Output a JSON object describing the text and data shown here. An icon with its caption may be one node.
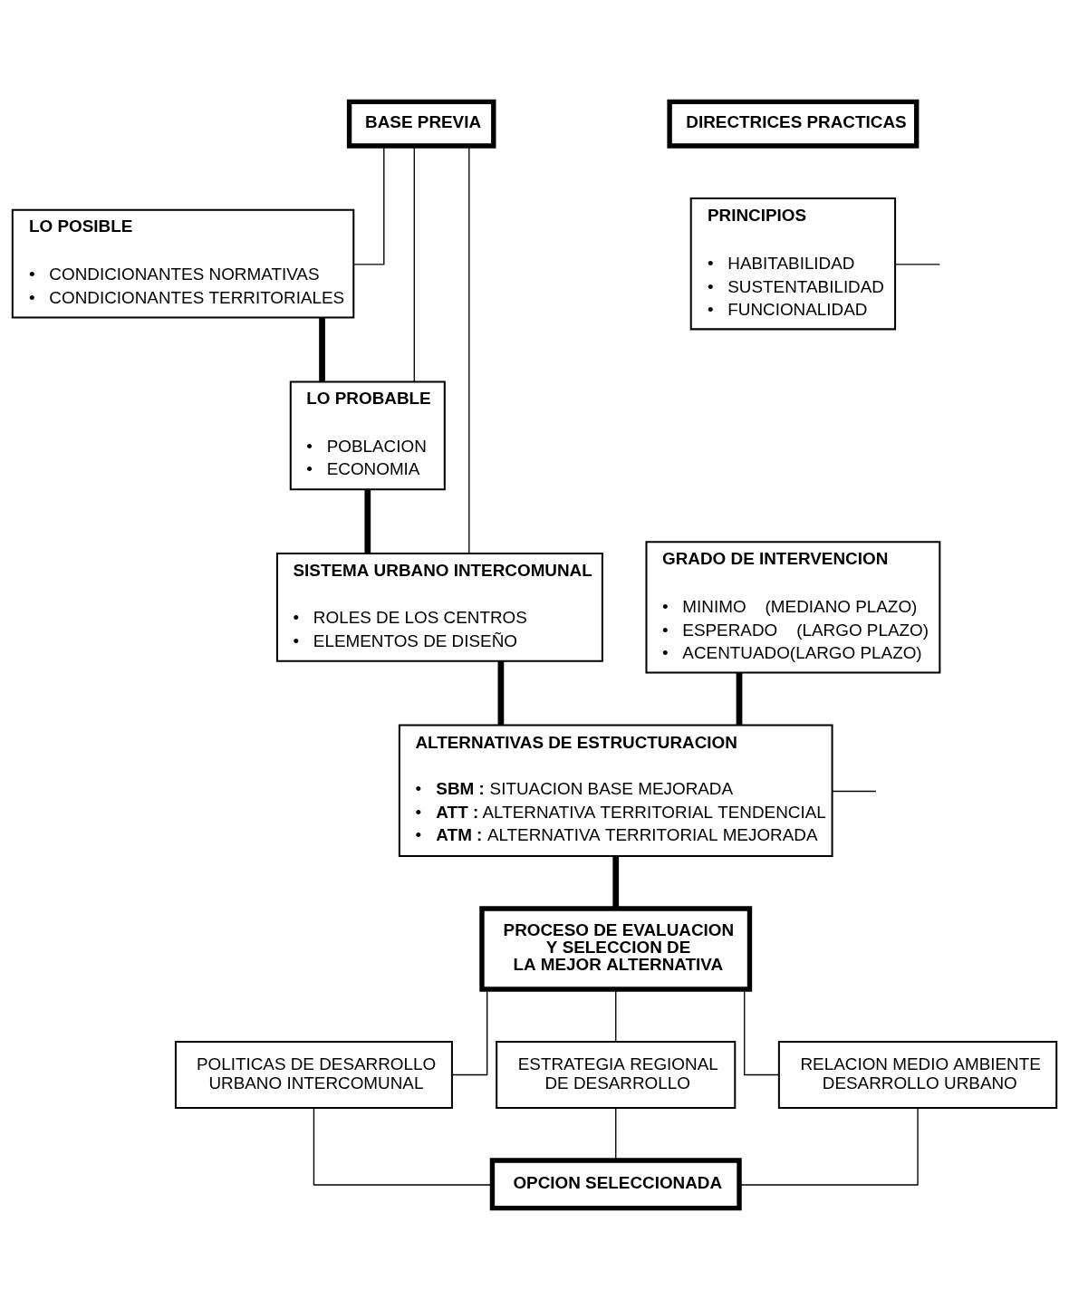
{
  "diagram": {
    "nodes": [
      {
        "text": [
          "BASE PREVIA"
        ]
      },
      {
        "text": [
          "DIRECTRICES PRACTICAS"
        ]
      },
      {
        "text": [
          "LO POSIBLE",
          "•   CONDICIONANTES NORMATIVAS",
          "•   CONDICIONANTES TERRITORIALES"
        ]
      },
      {
        "text": [
          "PRINCIPIOS",
          "•   HABITABILIDAD",
          "•   SUSTENTABILIDAD",
          "•   FUNCIONALIDAD"
        ]
      },
      {
        "text": [
          "LO PROBABLE",
          "•   POBLACION",
          "•   ECONOMIA"
        ]
      },
      {
        "text": [
          "GRADO DE INTERVENCION",
          "•   MINIMO    (MEDIANO PLAZO)",
          "•   ESPERADO    (LARGO PLAZO)",
          "•   ACENTUADO(LARGO PLAZO)"
        ]
      },
      {
        "text": [
          "SISTEMA URBANO INTERCOMUNAL",
          "•   ROLES DE LOS CENTROS",
          "•   ELEMENTOS DE DISEÑO"
        ]
      },
      {
        "text": [
          "ALTERNATIVAS DE ESTRUCTURACION",
          "•   **SBM :** SITUACION BASE MEJORADA",
          "•   **ATT :** ALTERNATIVA TERRITORIAL TENDENCIAL",
          "•   **ATM :** ALTERNATIVA TERRITORIAL MEJORADA"
        ]
      },
      {
        "text": [
          "PROCESO DE EVALUACION Y SELECCION DE LA MEJOR ALTERNATIVA"
        ]
      },
      {
        "text": [
          "POLITICAS DE DESARROLLO URBANO INTERCOMUNAL"
        ]
      },
      {
        "text": [
          "ESTRATEGIA REGIONAL DE DESARROLLO"
        ]
      },
      {
        "text": [
          "RELACION MEDIO AMBIENTE DESARROLLO URBANO"
        ]
      },
      {
        "text": [
          "OPCION SELECCIONADA"
        ]
      }
    ],
    "edges": [
      {
        "from": 0,
        "to": 2,
        "arrow": "none"
      },
      {
        "from": 0,
        "to": 4,
        "arrow": "none"
      },
      {
        "from": 0,
        "to": 6,
        "arrow": "none"
      },
      {
        "from": 2,
        "to": 4,
        "arrow": "none",
        "style": "thick"
      },
      {
        "from": 4,
        "to": 6,
        "arrow": "none",
        "style": "thick"
      },
      {
        "from": 3,
        "to": null,
        "arrow": "none"
      },
      {
        "from": 6,
        "to": 7,
        "arrow": "none",
        "style": "thick"
      },
      {
        "from": 5,
        "to": 7,
        "arrow": "none",
        "style": "thick"
      },
      {
        "from": 7,
        "to": null,
        "arrow": "none"
      },
      {
        "from": 7,
        "to": 8,
        "arrow": "none",
        "style": "thick"
      },
      {
        "from": 8,
        "to": 9,
        "arrow": "none"
      },
      {
        "from": 8,
        "to": 10,
        "arrow": "none"
      },
      {
        "from": 8,
        "to": 11,
        "arrow": "none"
      },
      {
        "from": 9,
        "to": 12,
        "arrow": "none"
      },
      {
        "from": 10,
        "to": 12,
        "arrow": "none"
      },
      {
        "from": 11,
        "to": 12,
        "arrow": "none"
      }
    ]
  }
}
